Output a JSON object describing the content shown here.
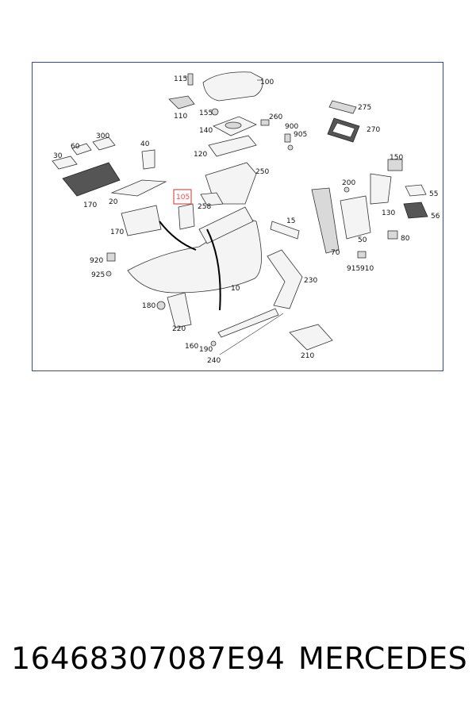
{
  "footer": {
    "part_number": "16468307087E94",
    "brand": "MERCEDES"
  },
  "diagram": {
    "highlighted_callout": "105",
    "callouts": [
      "115",
      "100",
      "110",
      "155",
      "140",
      "260",
      "900",
      "905",
      "275",
      "270",
      "300",
      "60",
      "30",
      "40",
      "120",
      "250",
      "150",
      "200",
      "55",
      "170",
      "20",
      "105",
      "258",
      "130",
      "56",
      "15",
      "50",
      "80",
      "170",
      "920",
      "925",
      "70",
      "915",
      "910",
      "10",
      "230",
      "180",
      "220",
      "160",
      "190",
      "240",
      "210"
    ]
  },
  "colors": {
    "frame_border": "#3d4a7a",
    "highlight": "#d9534f"
  }
}
